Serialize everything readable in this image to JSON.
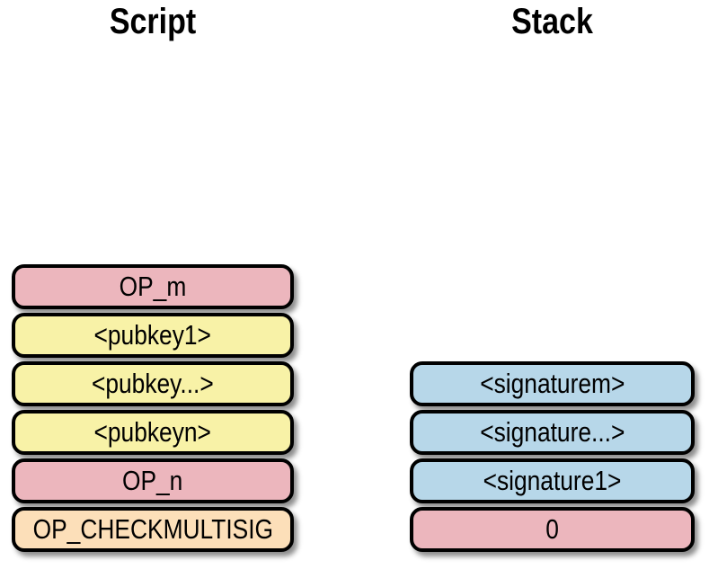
{
  "script_column": {
    "title": "Script",
    "items": [
      {
        "label": "OP_m",
        "type": "opcode",
        "color": "#ecb6bd"
      },
      {
        "label": "<pubkey1>",
        "type": "operand",
        "color": "#f8f2a7"
      },
      {
        "label": "<pubkey...>",
        "type": "operand",
        "color": "#f8f2a7"
      },
      {
        "label": "<pubkeyn>",
        "type": "operand",
        "color": "#f8f2a7"
      },
      {
        "label": "OP_n",
        "type": "opcode",
        "color": "#ecb6bd"
      },
      {
        "label": "OP_CHECKMULTISIG",
        "type": "opcode",
        "color": "#fcdfb9"
      }
    ]
  },
  "stack_column": {
    "title": "Stack",
    "items": [
      {
        "label": "<signaturem>",
        "type": "stack-value",
        "color": "#b7d7e9"
      },
      {
        "label": "<signature...>",
        "type": "stack-value",
        "color": "#b7d7e9"
      },
      {
        "label": "<signature1>",
        "type": "stack-value",
        "color": "#b7d7e9"
      },
      {
        "label": "0",
        "type": "stack-value",
        "color": "#ecb6bd"
      }
    ]
  },
  "style_colors": {
    "background": "#ffffff",
    "box_border": "#000000",
    "text": "#000000",
    "opcode_pink": "#ecb6bd",
    "operand_yellow": "#f8f2a7",
    "checkmultisig_peach": "#fcdfb9",
    "signature_blue": "#b7d7e9"
  }
}
